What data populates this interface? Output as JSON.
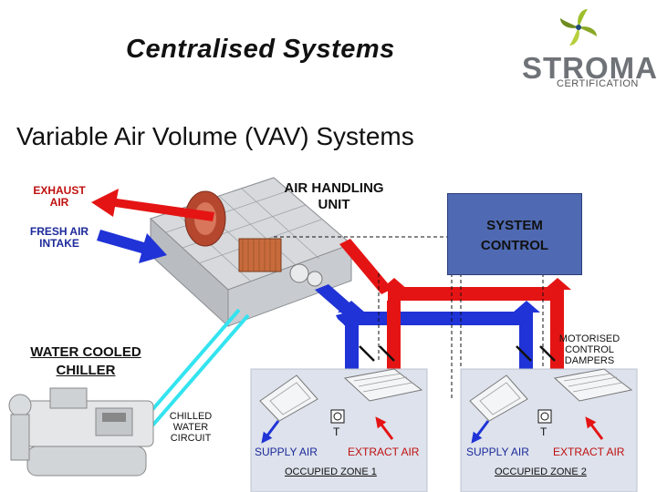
{
  "title": "Centralised Systems",
  "subtitle": "Variable Air Volume (VAV) Systems",
  "logo": {
    "name": "STROMA",
    "tagline": "CERTIFICATION",
    "icon": "pinwheel-logo-icon"
  },
  "labels": {
    "exhaust_air": [
      "EXHAUST",
      "AIR"
    ],
    "fresh_air": [
      "FRESH AIR",
      "INTAKE"
    ],
    "ahu": [
      "AIR HANDLING",
      "UNIT"
    ],
    "system_control": [
      "SYSTEM",
      "CONTROL"
    ],
    "water_chiller": [
      "WATER COOLED",
      "CHILLER"
    ],
    "chilled_water": [
      "CHILLED",
      "WATER",
      "CIRCUIT"
    ],
    "motorised_dampers": [
      "MOTORISED",
      "CONTROL",
      "DAMPERS"
    ]
  },
  "zones": [
    {
      "name": "OCCUPIED ZONE 1",
      "supply": "SUPPLY AIR",
      "extract": "EXTRACT AIR",
      "thermostat": "T"
    },
    {
      "name": "OCCUPIED ZONE 2",
      "supply": "SUPPLY AIR",
      "extract": "EXTRACT AIR",
      "thermostat": "T"
    }
  ],
  "colors": {
    "supply_duct": "#1f33d6",
    "extract_duct": "#e51414",
    "chilled_water": "#33e4f0",
    "control_box": "#4f6ab2",
    "zone_bg": "#dde2ec"
  }
}
